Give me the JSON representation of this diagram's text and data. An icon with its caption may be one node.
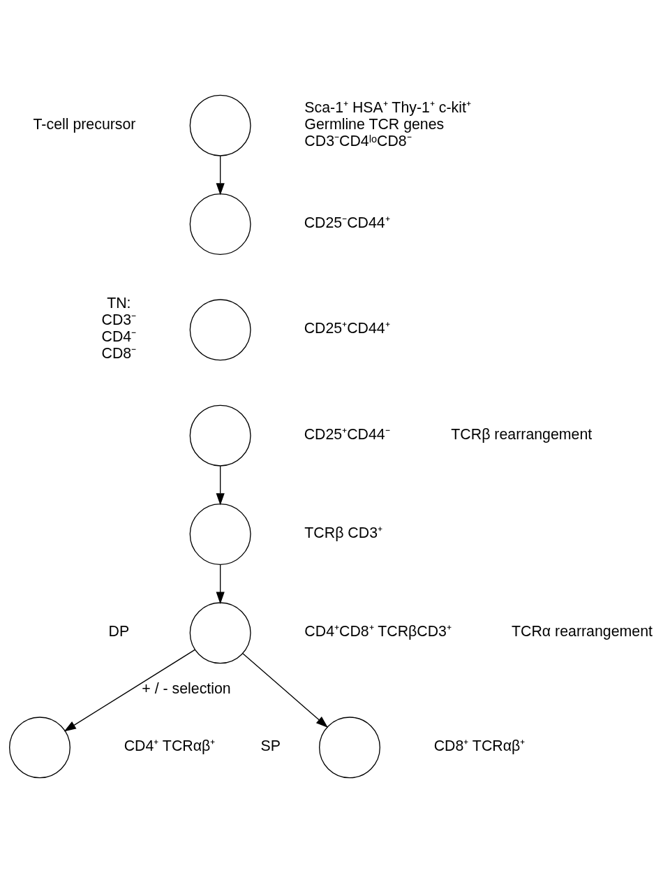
{
  "diagram": {
    "nodes": [
      {
        "text": [],
        "shape": "circle",
        "beside": [
          "T-cell precursor",
          "Sca-1⁺ HSA⁺ Thy-1⁺ c-kit⁺",
          "Germline TCR genes",
          "CD3⁻CD4ˡᵒCD8⁻"
        ]
      },
      {
        "text": [],
        "shape": "circle",
        "beside": [
          "CD25⁻CD44⁺"
        ]
      },
      {
        "text": [],
        "shape": "circle",
        "beside": [
          "CD25⁺CD44⁺"
        ]
      },
      {
        "text": [],
        "shape": "circle",
        "beside": [
          "CD25⁺CD44⁻",
          "TCRβ rearrangement"
        ]
      },
      {
        "text": [],
        "shape": "circle",
        "beside": [
          "TCRβ CD3⁺"
        ]
      },
      {
        "text": [],
        "shape": "circle",
        "beside": [
          "DP",
          "CD4⁺CD8⁺ TCRβCD3⁺",
          "TCRα rearrangement"
        ]
      },
      {
        "text": [],
        "shape": "circle",
        "beside": [
          "SP",
          "CD4⁺ TCRαβ⁺"
        ]
      },
      {
        "text": [],
        "shape": "circle",
        "beside": [
          "CD8⁺ TCRαβ⁺"
        ]
      }
    ],
    "edges": [
      {
        "from": 0,
        "to": 1,
        "arrow": "to"
      },
      {
        "from": 3,
        "to": 4,
        "arrow": "to"
      },
      {
        "from": 4,
        "to": 5,
        "arrow": "to"
      },
      {
        "from": 5,
        "to": 6,
        "arrow": "to",
        "label": "+ / - selection"
      },
      {
        "from": 5,
        "to": 7,
        "arrow": "to"
      }
    ],
    "labels": [
      "TN:",
      "CD3⁻",
      "CD4⁻",
      "CD8⁻"
    ]
  }
}
